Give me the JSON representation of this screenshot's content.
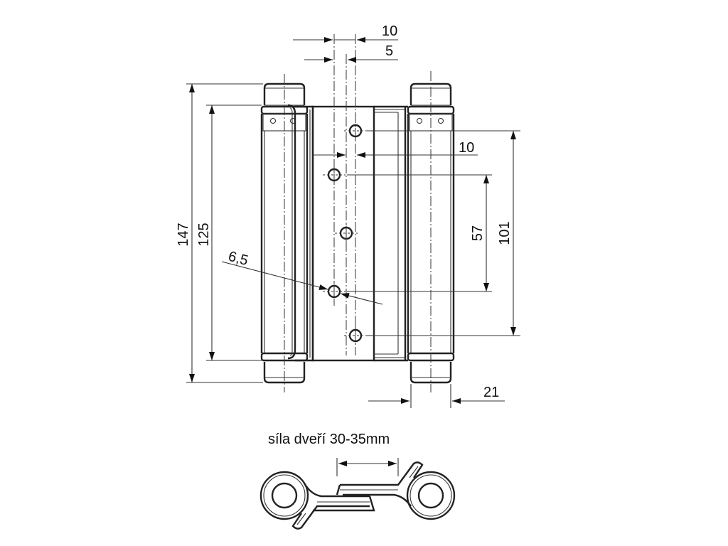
{
  "dimensions": {
    "top_width_a": "10",
    "top_width_b": "5",
    "hole_offset": "10",
    "total_height": "147",
    "plate_height": "125",
    "hole_diameter": "6,5",
    "hole_spacing_inner": "57",
    "hole_spacing_outer": "101",
    "barrel_width": "21"
  },
  "caption": "síla dveří 30-35mm",
  "colors": {
    "line": "#222222",
    "background": "#ffffff"
  }
}
